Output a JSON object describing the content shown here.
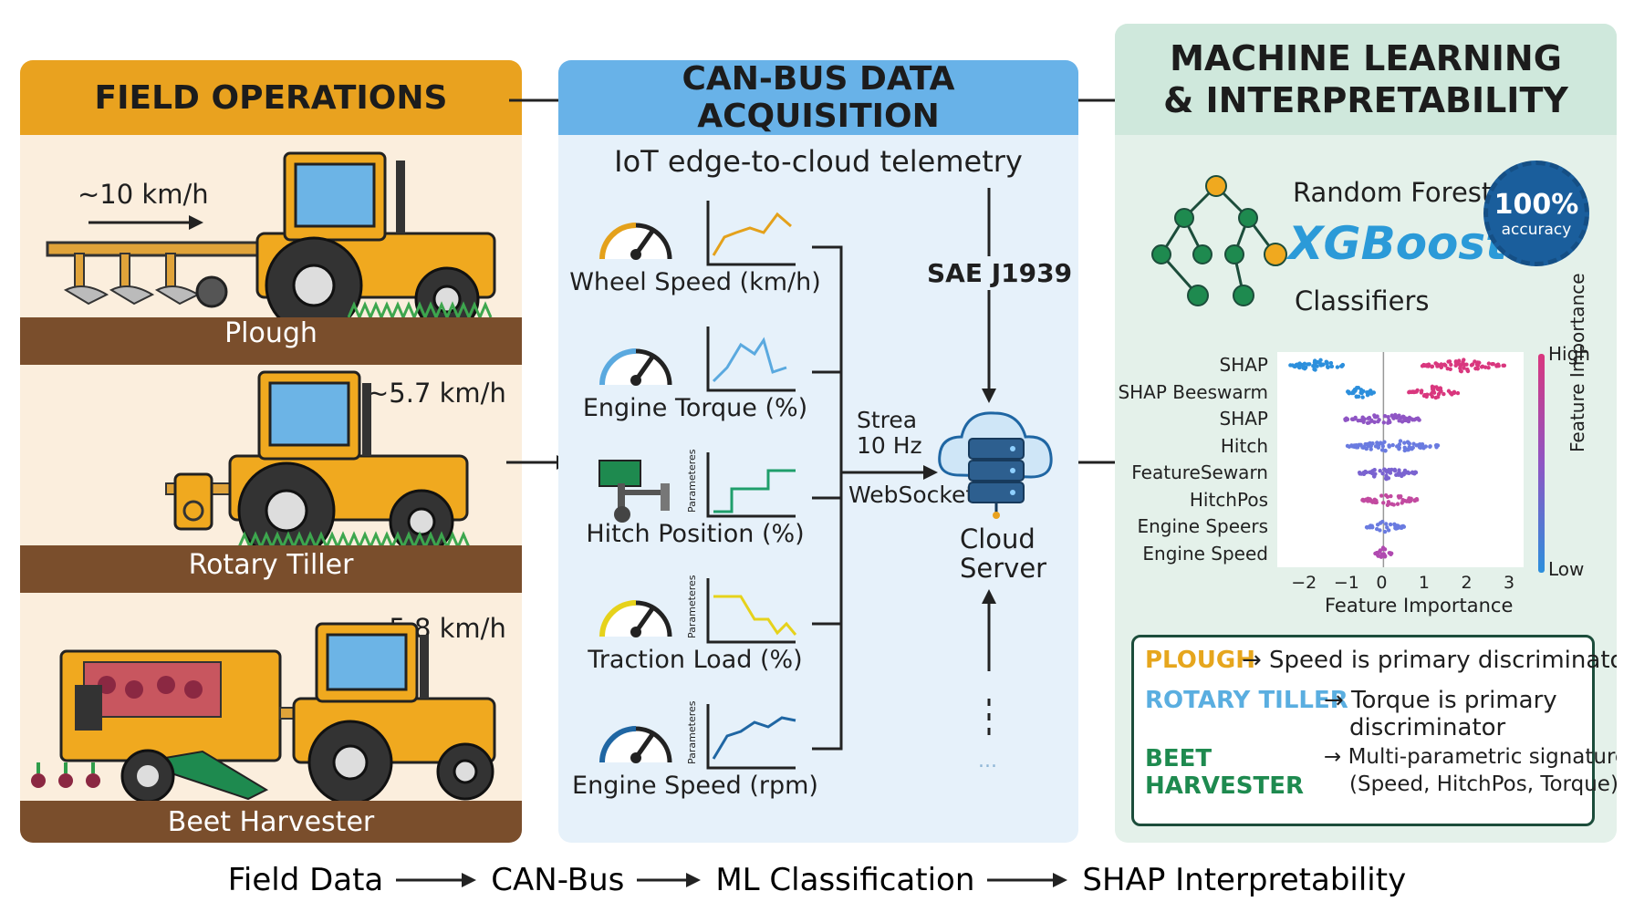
{
  "field_ops": {
    "title": "FIELD OPERATIONS",
    "plough": {
      "name": "Plough",
      "speed": "~10 km/h"
    },
    "tiller": {
      "name": "Rotary Tiller",
      "speed": "~5.7 km/h"
    },
    "harvester": {
      "name": "Beet Harvester",
      "speed": "~5.8 km/h"
    }
  },
  "canbus": {
    "title": "CAN-BUS DATA ACQUISITION",
    "subtitle": "IoT edge-to-cloud telemetry",
    "protocol": "SAE J1939",
    "stream_line1": "Strea",
    "stream_line2": "10 Hz",
    "websocket": "WebSocket",
    "cloud_line1": "Cloud",
    "cloud_line2": "Server",
    "ellipsis": "...",
    "param_axis": "Parameteres",
    "sensors": [
      {
        "label": "Wheel Speed (km/h)",
        "color": "#e4a11b"
      },
      {
        "label": "Engine Torque (%)",
        "color": "#5aa9df"
      },
      {
        "label": "Hitch Position (%)",
        "color": "#1f9e6b"
      },
      {
        "label": "Traction Load (%)",
        "color": "#e6d21b"
      },
      {
        "label": "Engine Speed (rpm)",
        "color": "#1f66a3"
      }
    ]
  },
  "ml": {
    "title_line1": "MACHINE LEARNING",
    "title_line2": "& INTERPRETABILITY",
    "rf": "Random Forest",
    "xgb": "XGBoost",
    "classifiers": "Classifiers",
    "badge_value": "100%",
    "badge_label": "accuracy",
    "shap_labels": [
      "SHAP",
      "SHAP Beeswarm",
      "SHAP",
      "Hitch",
      "FeatureSewarn",
      "HitchPos",
      "Engine Speers",
      "Engine Speed"
    ],
    "x_ticks": [
      "−2",
      "−1",
      "0",
      "1",
      "2",
      "3"
    ],
    "x_label": "Feature Importance",
    "side_label": "Feature Importance",
    "high": "High",
    "low": "Low",
    "findings": [
      {
        "name": "PLOUGH",
        "text": "→ Speed is primary discriminator",
        "color": "#e6a61d"
      },
      {
        "name": "ROTARY TILLER",
        "text_line1": "→ Torque is primary",
        "text_line2": "discriminator",
        "color": "#5aaee0"
      },
      {
        "name_line1": "BEET",
        "name_line2": "HARVESTER",
        "text_line1": "→ Multi-parametric signature",
        "text_line2": "(Speed, HitchPos, Torque)",
        "color": "#1e8a4f"
      }
    ]
  },
  "pipeline": [
    "Field Data",
    "CAN-Bus",
    "ML Classification",
    "SHAP Interpretability"
  ],
  "colors": {
    "orange": "#e9a21f",
    "blue": "#68b2e8",
    "green": "#cfe8dc",
    "soil": "#7a4e2c",
    "tractor": "#f0a91f"
  }
}
